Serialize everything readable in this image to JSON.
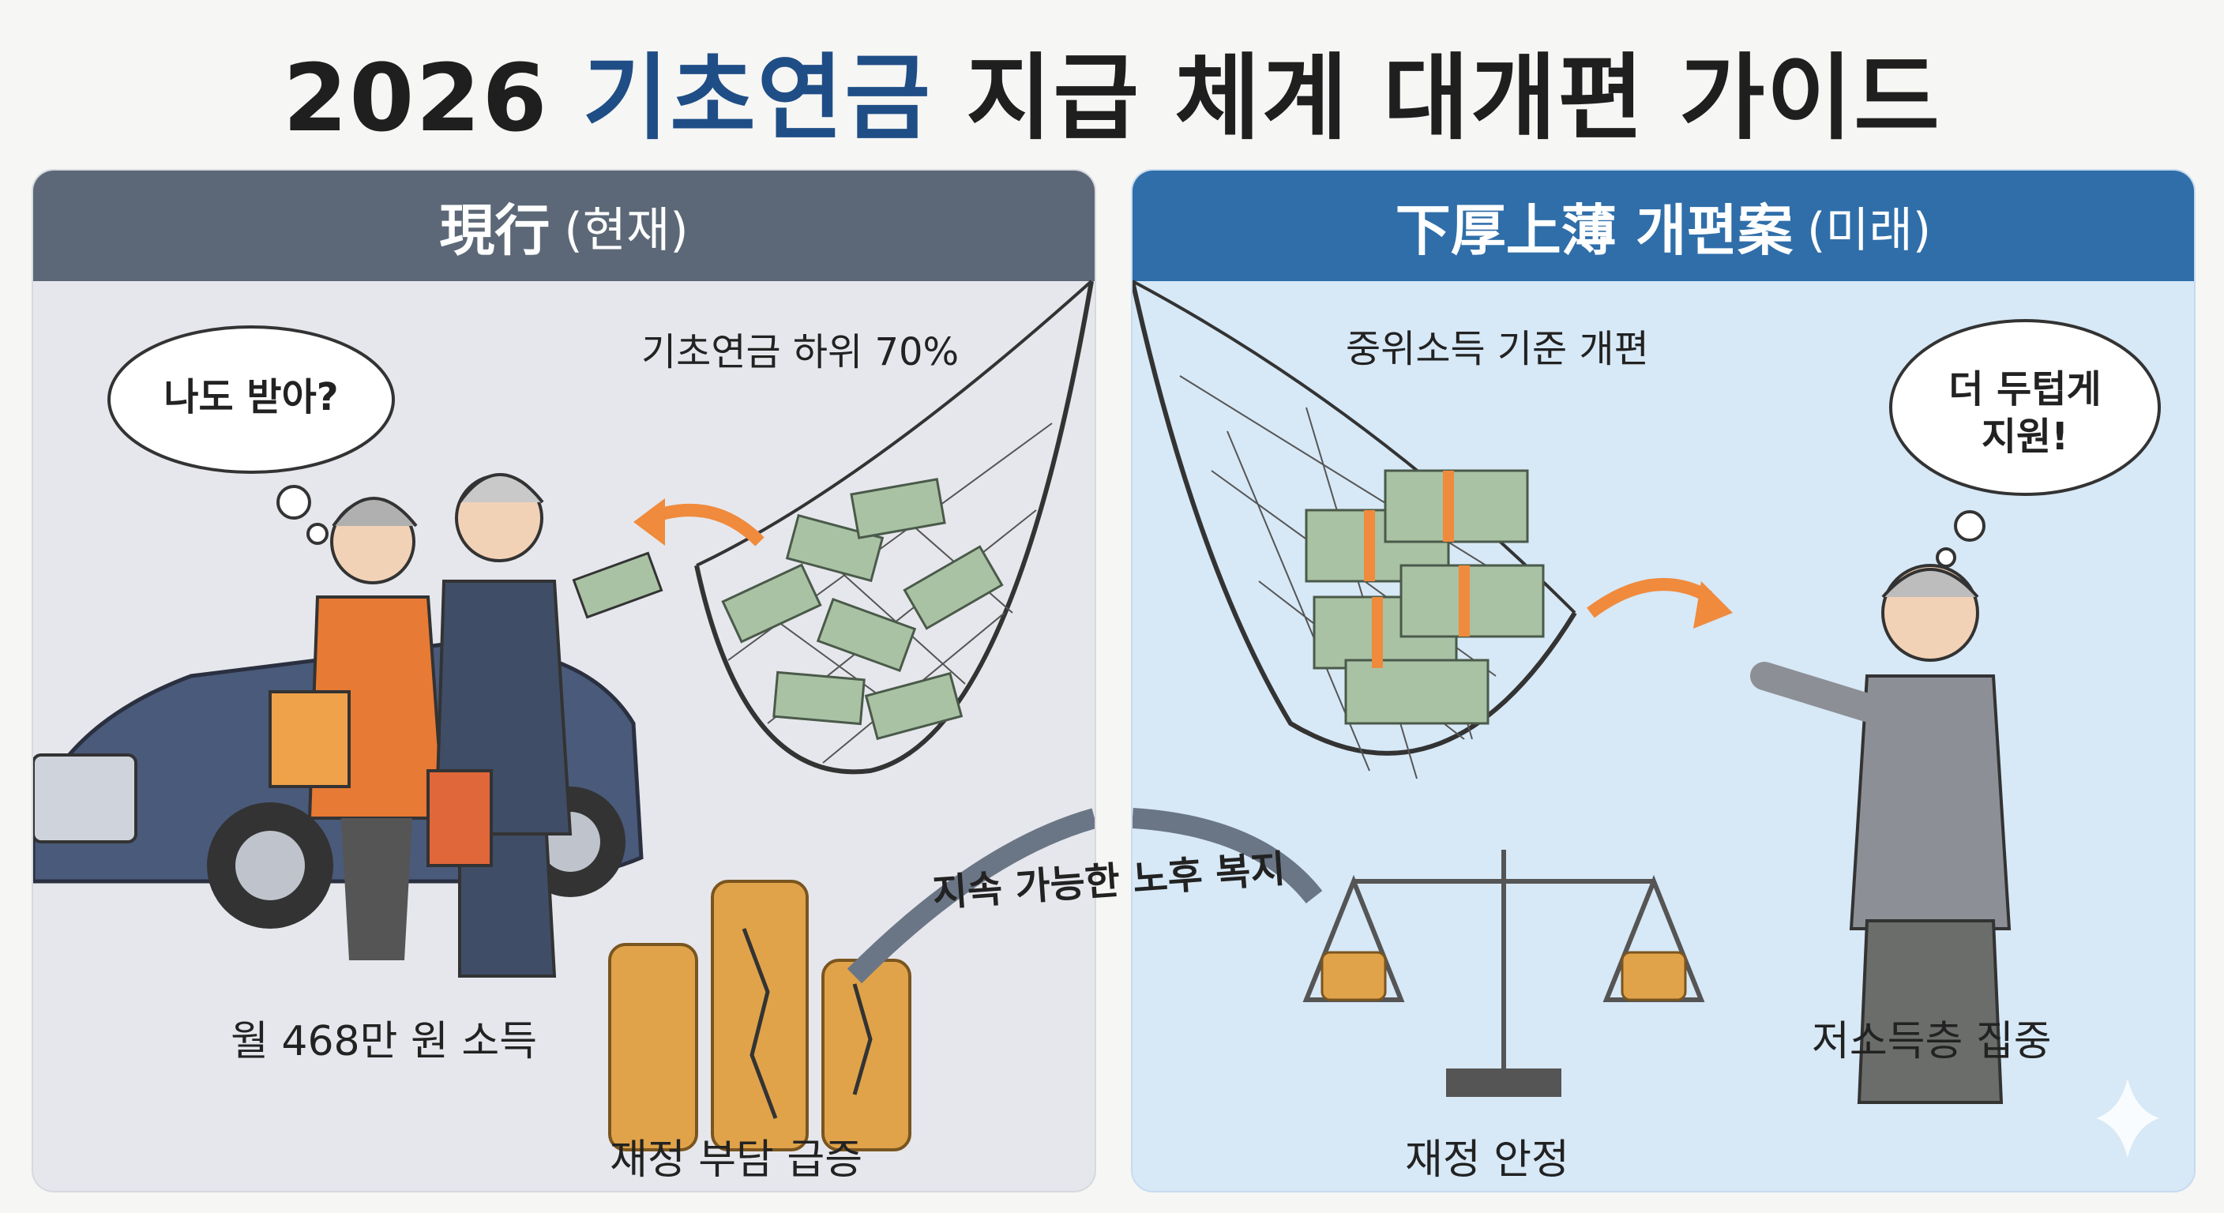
{
  "title": {
    "prefix": "2026",
    "highlight": "기초연금",
    "rest": "지급 체계 대개편 가이드"
  },
  "left_panel": {
    "heading": "現行",
    "heading_sub": "(현재)",
    "bubble": "나도 받아?",
    "net_label": "기초연금 하위 70%",
    "income_label": "월 468만 원 소득",
    "burden_label": "재정 부담 급증"
  },
  "right_panel": {
    "heading": "下厚上薄 개편案",
    "heading_sub": "(미래)",
    "net_label": "중위소득 기준 개편",
    "bubble_line1": "더 두텁게",
    "bubble_line2": "지원!",
    "focus_label": "저소득층 집중",
    "stable_label": "재정 안정"
  },
  "bridge": {
    "label": "지속 가능한 노후 복지"
  },
  "colors": {
    "title_highlight": "#1f4e86",
    "left_header": "#5c6877",
    "right_header": "#2f6ea9",
    "arrow": "#f08a3c",
    "coin": "#e0a34a",
    "money": "#a9c2a4"
  },
  "icons": [
    "thought-bubble-icon",
    "car-icon",
    "elderly-couple-icon",
    "net-icon",
    "money-icon",
    "arrow-icon",
    "coin-stack-icon",
    "bridge-icon",
    "scale-icon",
    "elderly-woman-icon",
    "sparkle-icon"
  ]
}
